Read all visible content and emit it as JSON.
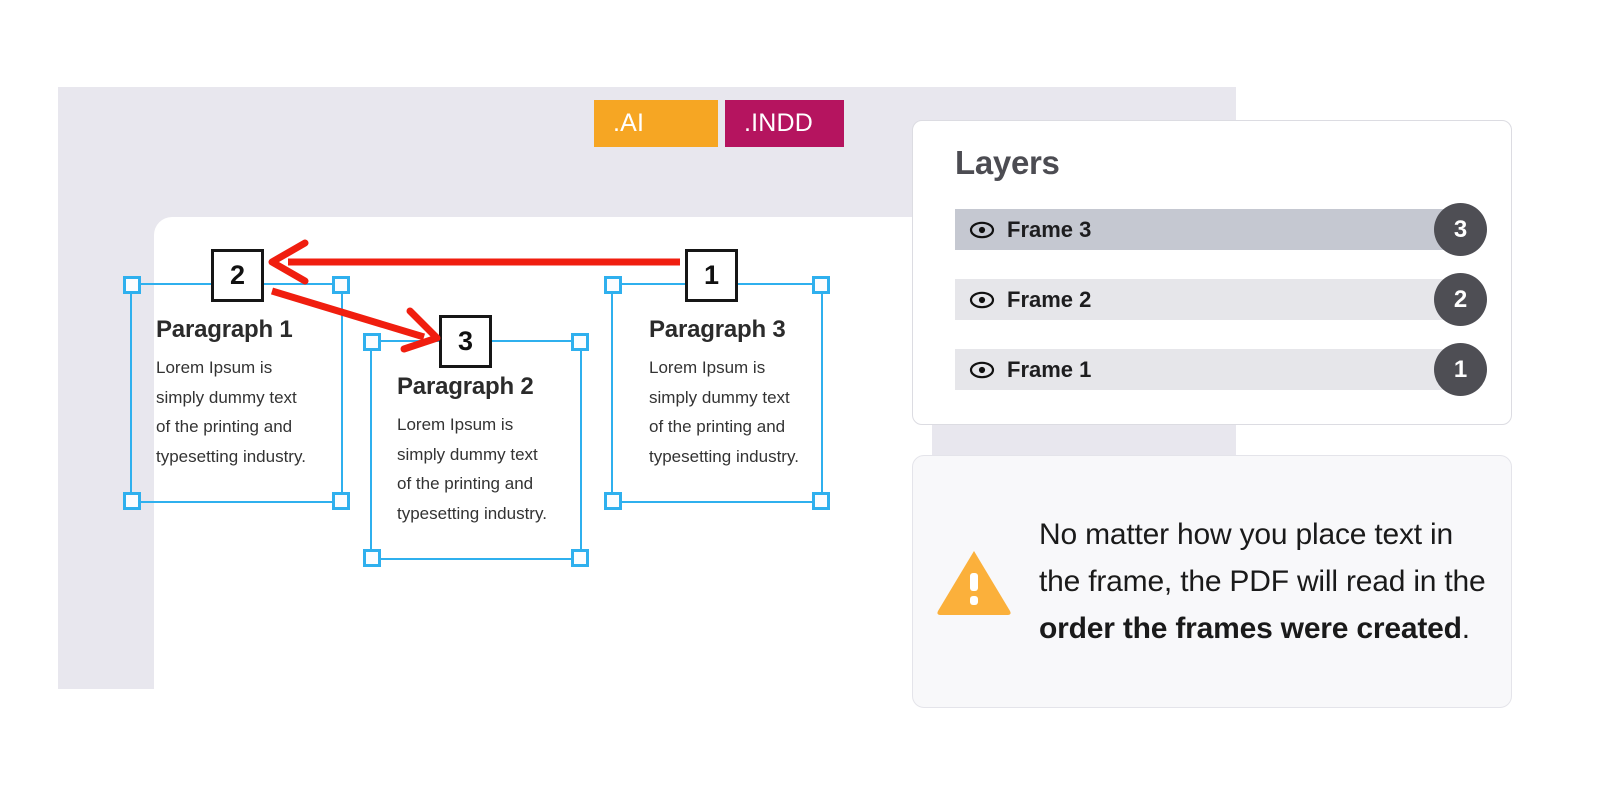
{
  "tabs": [
    {
      "label": ".AI",
      "color": "#f6a623"
    },
    {
      "label": ".INDD",
      "color": "#b5145f"
    }
  ],
  "canvas": {
    "paragraphs": [
      {
        "title": "Paragraph 1",
        "body": "Lorem Ipsum is\nsimply dummy text\nof the printing and\ntypesetting industry.",
        "order_badge": "2"
      },
      {
        "title": "Paragraph 2",
        "body": "Lorem Ipsum is\nsimply dummy text\nof the printing and\ntypesetting industry.",
        "order_badge": "3"
      },
      {
        "title": "Paragraph 3",
        "body": "Lorem Ipsum is\nsimply dummy text\nof the printing and\ntypesetting industry.",
        "order_badge": "1"
      }
    ],
    "frame_color": "#2fb0ee",
    "arrow_color": "#f01e0f"
  },
  "layers_panel": {
    "title": "Layers",
    "rows": [
      {
        "name": "Frame 3",
        "count": "3",
        "selected": true
      },
      {
        "name": "Frame 2",
        "count": "2",
        "selected": false
      },
      {
        "name": "Frame 1",
        "count": "1",
        "selected": false
      }
    ],
    "badge_color": "#4e4e54",
    "selected_row_color": "#c5c8d1",
    "row_color": "#e6e6ea"
  },
  "note": {
    "icon": "warning-triangle-icon",
    "icon_color": "#fbb03b",
    "text_before": "No matter how you place text in the frame, the PDF will read in the ",
    "text_bold": "order the frames were created",
    "text_after": "."
  }
}
